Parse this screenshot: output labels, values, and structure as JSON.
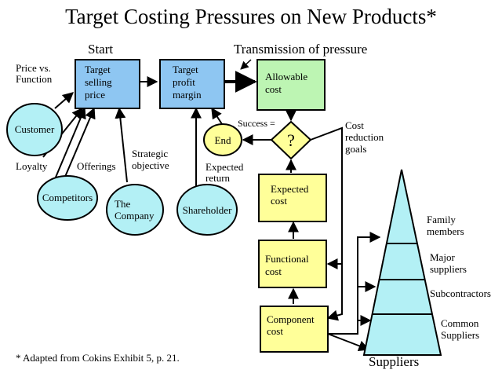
{
  "title": "Target Costing Pressures on New Products*",
  "headings": {
    "start": "Start",
    "transmission": "Transmission of pressure",
    "suppliers": "Suppliers"
  },
  "boxes": {
    "target_selling_price": [
      "Target",
      "selling",
      "price"
    ],
    "target_profit_margin": [
      "Target",
      "profit",
      "margin"
    ],
    "allowable_cost": [
      "Allowable",
      "cost"
    ],
    "expected_cost": [
      "Expected",
      "cost"
    ],
    "functional_cost": [
      "Functional",
      "cost"
    ],
    "component_cost": [
      "Component",
      "cost"
    ]
  },
  "circles": {
    "customer": "Customer",
    "competitors": "Competitors",
    "the_company": [
      "The",
      "Company"
    ],
    "shareholder": "Shareholder",
    "end": "End"
  },
  "decision": {
    "symbol": "?",
    "label": "Success ="
  },
  "labels": {
    "price_vs_function": [
      "Price vs.",
      "Function"
    ],
    "loyalty": "Loyalty",
    "offerings": "Offerings",
    "strategic_objective": [
      "Strategic",
      "objective"
    ],
    "expected_return": [
      "Expected",
      "return"
    ],
    "cost_reduction_goals": [
      "Cost",
      "reduction",
      "goals"
    ]
  },
  "supplier_tiers": {
    "family_members": [
      "Family",
      "members"
    ],
    "major_suppliers": [
      "Major",
      "suppliers"
    ],
    "subcontractors": "Subcontractors",
    "common_suppliers": [
      "Common",
      "Suppliers"
    ]
  },
  "footnote": "* Adapted from Cokins Exhibit 5, p. 21.",
  "colors": {
    "blue_box": "#8EC6F2",
    "green_box": "#BDF5B3",
    "yellow_box": "#FFFF99",
    "circle": "#B3F0F5",
    "pyramid": "#B3F0F5"
  }
}
